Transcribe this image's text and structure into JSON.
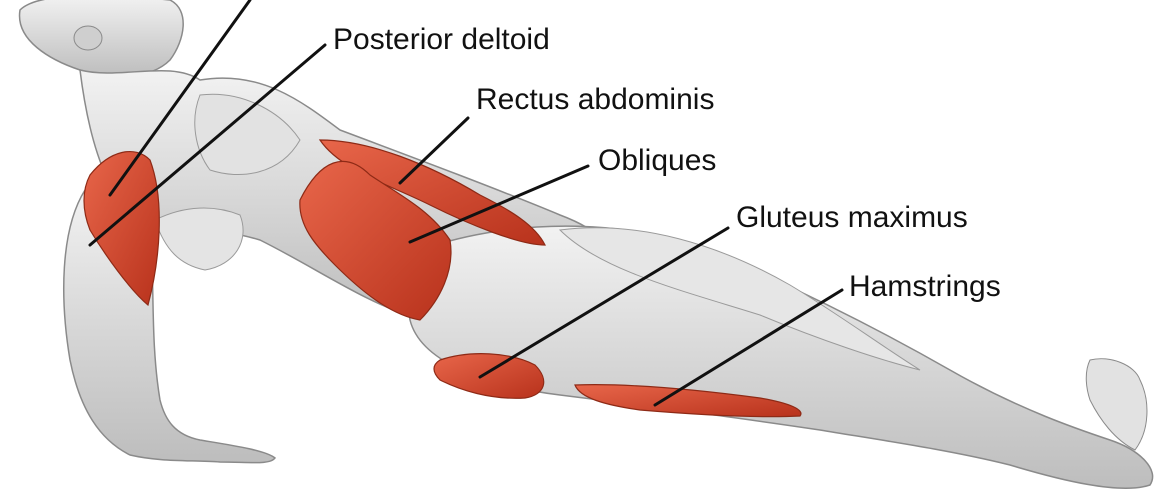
{
  "labels": {
    "posterior_deltoid": "Posterior deltoid",
    "rectus_abdominis": "Rectus abdominis",
    "obliques": "Obliques",
    "gluteus_maximus": "Gluteus maximus",
    "hamstrings": "Hamstrings"
  },
  "colors": {
    "highlighted_muscle": "#d9462b",
    "body": "#d8d8d8",
    "leader_line": "#111111",
    "background": "#ffffff"
  }
}
